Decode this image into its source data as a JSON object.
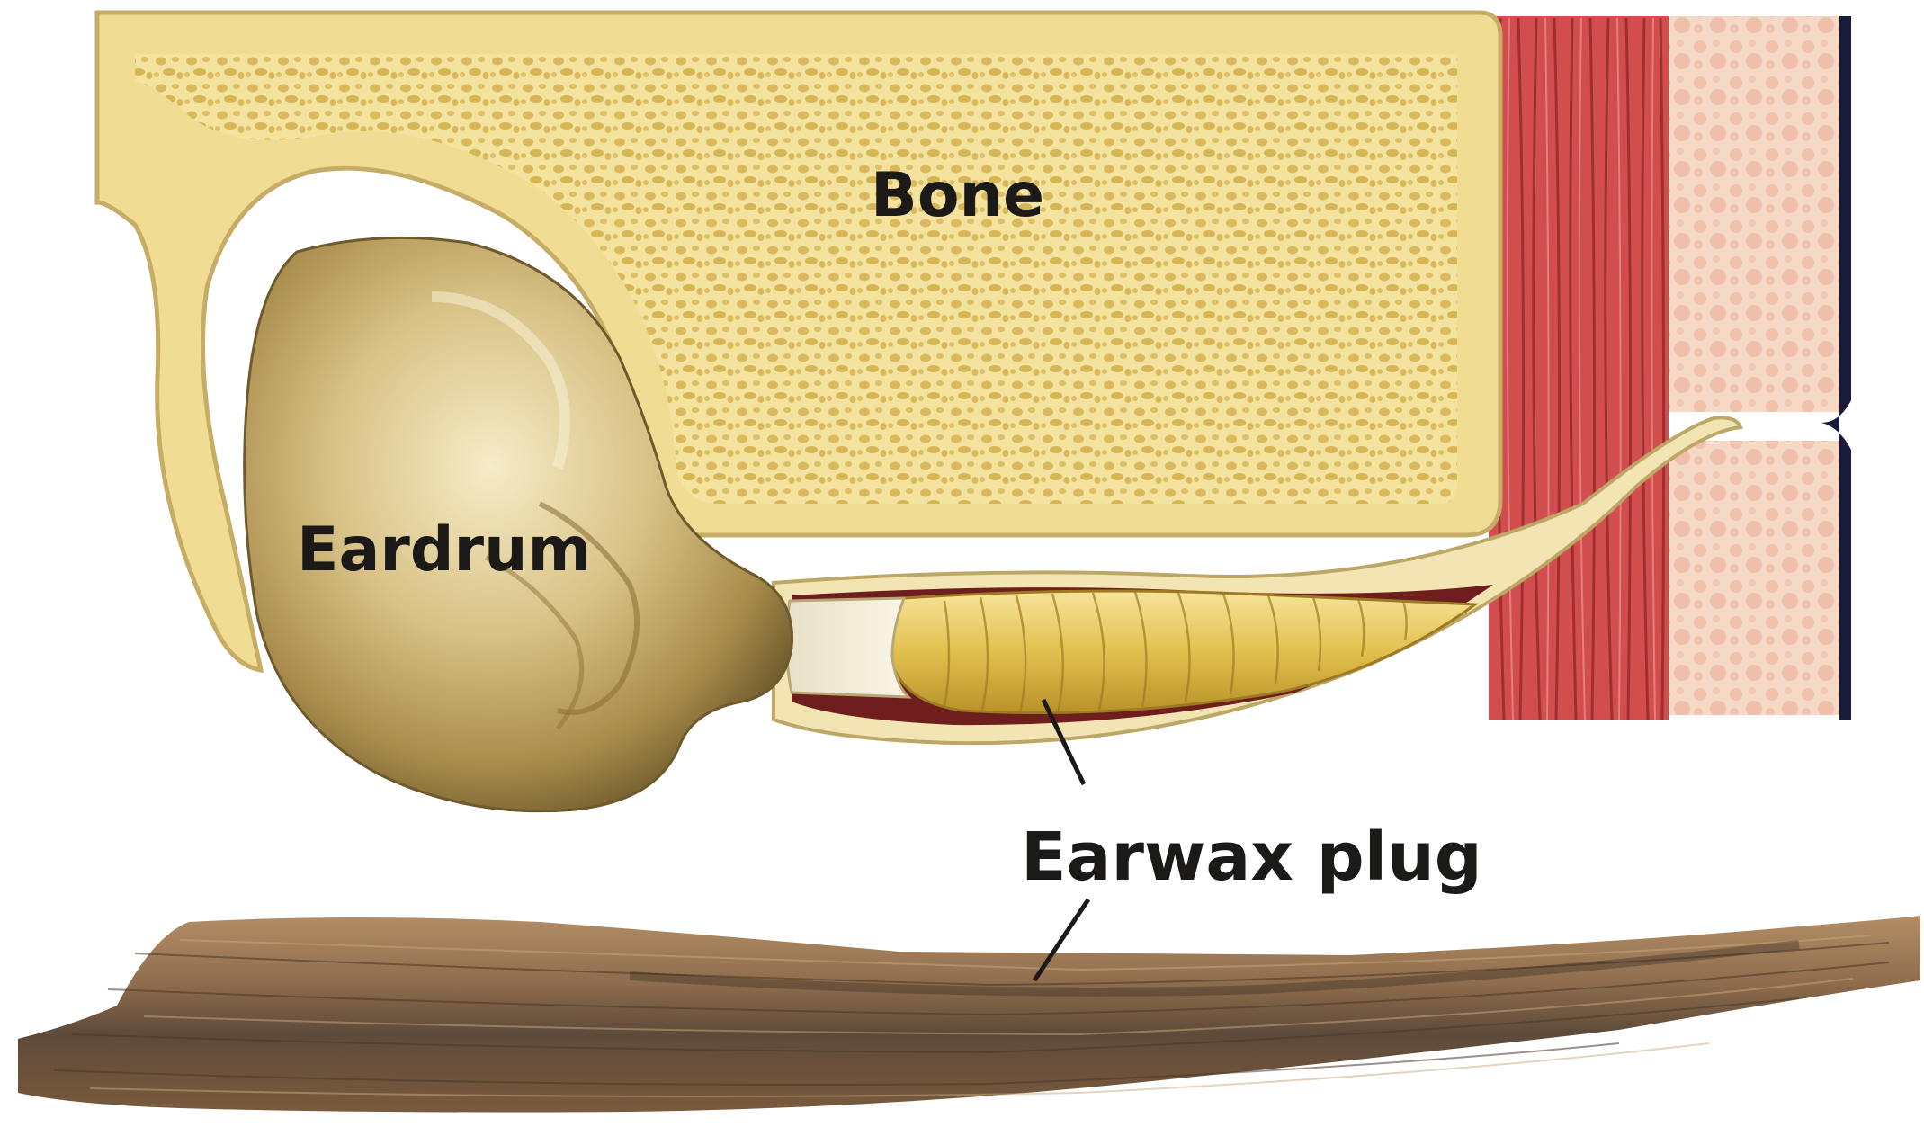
{
  "labels": {
    "bone": "Bone",
    "eardrum": "Eardrum",
    "earwax_plug": "Earwax plug"
  },
  "colors": {
    "background": "#ffffff",
    "bone_fill": "#f2dd96",
    "bone_pore": "#d9b95a",
    "bone_outline": "#b8a062",
    "eardrum_fill": "#cbb47a",
    "earwax_fill": "#e2c25a",
    "canal_dark": "#6e1e1c",
    "muscle": "#c94a4a",
    "skin_tissue": "#f2c9b4",
    "skin_edge": "#1a1a3a",
    "specimen": "#8a6a48",
    "label_text": "#1c1a18"
  }
}
